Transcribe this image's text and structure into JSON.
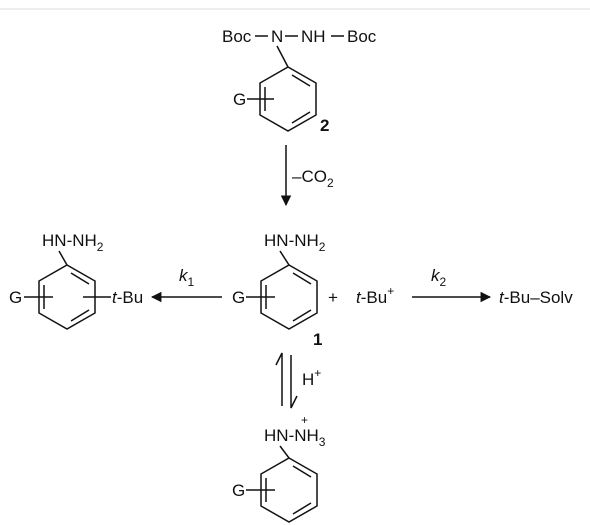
{
  "compound2": {
    "boc_left": "Boc",
    "n1": "N",
    "nh": "NH",
    "boc_right": "Boc",
    "substituent": "G",
    "label": "2"
  },
  "step_decarboxylation": {
    "label_prefix": "–CO",
    "label_sub": "2"
  },
  "compound1": {
    "hn": "HN",
    "nh2": "NH",
    "nh2_sub": "2",
    "substituent": "G",
    "label": "1"
  },
  "product_alkylated": {
    "hn": "HN",
    "nh2": "NH",
    "nh2_sub": "2",
    "substituent": "G",
    "tbu_t": "t",
    "tbu_rest": "-Bu"
  },
  "rate_constants": {
    "k1": "k",
    "k1_sub": "1",
    "k2": "k",
    "k2_sub": "2"
  },
  "reagent": {
    "plus": "+",
    "tbu_t": "t",
    "tbu_rest": "-Bu",
    "charge": "+"
  },
  "solvolysis_product": {
    "tbu_t": "t",
    "tbu_rest": "-Bu–Solv"
  },
  "protonation": {
    "label": "H",
    "charge": "+"
  },
  "protonated": {
    "hn": "HN",
    "nh3": "NH",
    "nh3_sub": "3",
    "charge": "+",
    "substituent": "G"
  }
}
